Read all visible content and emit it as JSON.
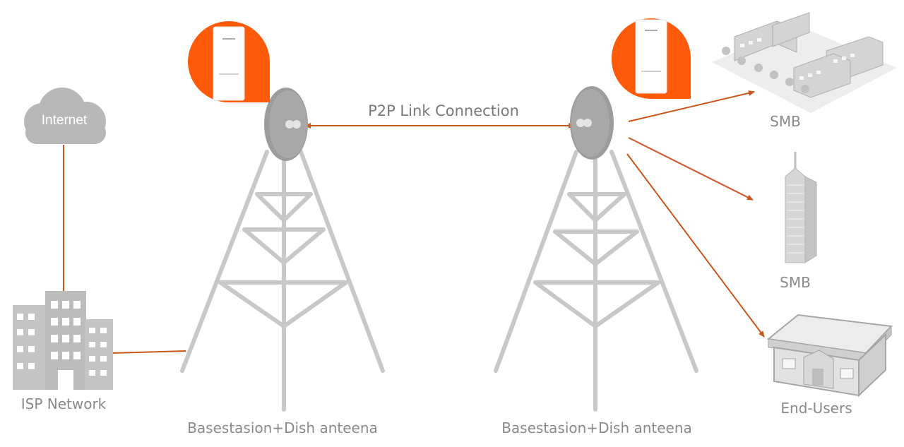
{
  "colors": {
    "link": "#c9561b",
    "accent": "#ff5a0a",
    "tower": "#c8c8c8",
    "dish": "#9a9a9a",
    "building": "#bdbdbd",
    "text": "#8a8a8a"
  },
  "nodes": {
    "internet": "Internet",
    "isp": "ISP Network",
    "basestation_left": "Basestasion+Dish anteena",
    "basestation_right": "Basestasion+Dish anteena",
    "smb_top": "SMB",
    "smb_middle": "SMB",
    "end_users": "End-Users"
  },
  "link_label": "P2P Link Connection",
  "icons": [
    "cloud-icon",
    "office-building-icon",
    "radio-tower-icon",
    "dish-antenna-icon",
    "cpe-device-icon",
    "business-park-icon",
    "skyscraper-icon",
    "house-icon"
  ]
}
